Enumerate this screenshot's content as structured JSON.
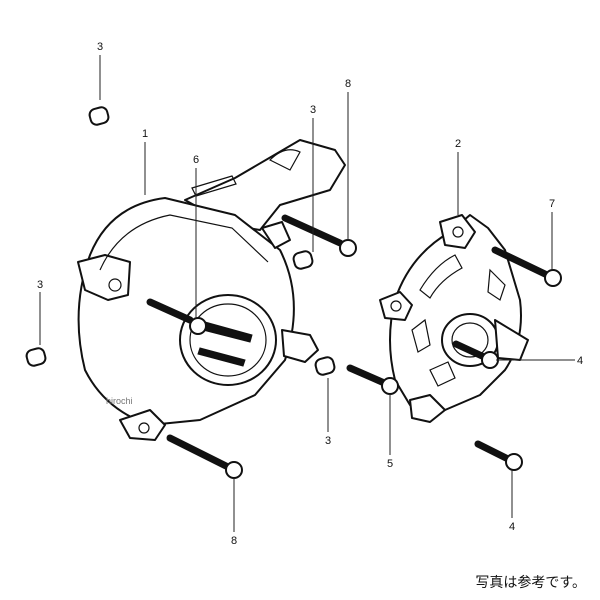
{
  "callouts": {
    "c1": "1",
    "c2": "2",
    "c3a": "3",
    "c3b": "3",
    "c3c": "3",
    "c3d": "3",
    "c4a": "4",
    "c4b": "4",
    "c5": "5",
    "c6": "6",
    "c7": "7",
    "c8a": "8",
    "c8b": "8"
  },
  "watermark": "hirochi",
  "caption": "写真は参考です。"
}
